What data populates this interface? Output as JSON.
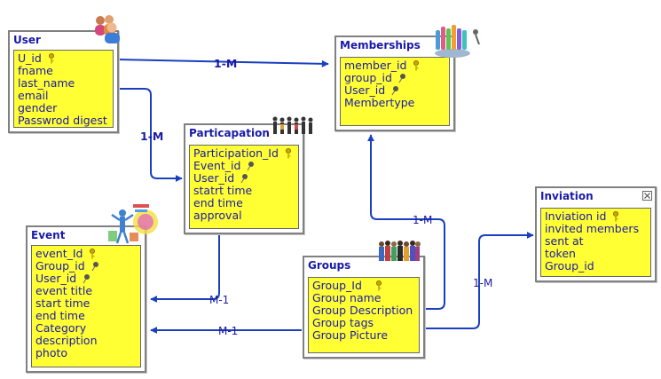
{
  "entities": {
    "user": {
      "title": "User",
      "attrs": [
        "U_id",
        "fname",
        "last_name",
        "email",
        "gender",
        "Passwrod digest"
      ]
    },
    "memberships": {
      "title": "Memberships",
      "attrs": [
        "member_id",
        "group_id",
        "User_id",
        "Membertype"
      ]
    },
    "participation": {
      "title": "Particapation",
      "attrs": [
        "Participation_Id",
        "Event_id",
        "User_id",
        "statrt time",
        "end time",
        "approval"
      ]
    },
    "event": {
      "title": "Event",
      "attrs": [
        "event_Id",
        "Group_id",
        "User_id",
        "event title",
        "start time",
        "end time",
        "Category",
        "description",
        "photo"
      ]
    },
    "groups": {
      "title": "Groups",
      "attrs": [
        "Group_Id",
        "Group name",
        "Group Description",
        "Group tags",
        "Group Picture"
      ]
    },
    "inviation": {
      "title": "Inviation",
      "attrs": [
        "Inviation id",
        "invited members",
        "sent at",
        "token",
        "Group_id"
      ]
    }
  },
  "relations": {
    "user_memberships": "1-M",
    "user_participation": "1-M",
    "groups_memberships": "1-M",
    "groups_inviation": "1-M",
    "participation_event": "M-1",
    "groups_event": "M-1"
  },
  "colors": {
    "line": "#1a3fbf",
    "entity_fill": "#ffff33",
    "text": "#1a1aa8",
    "border": "#808080"
  },
  "icons": {
    "primary_key": "key-icon",
    "foreign_key": "pin-icon",
    "people_picture": "people-icon"
  }
}
